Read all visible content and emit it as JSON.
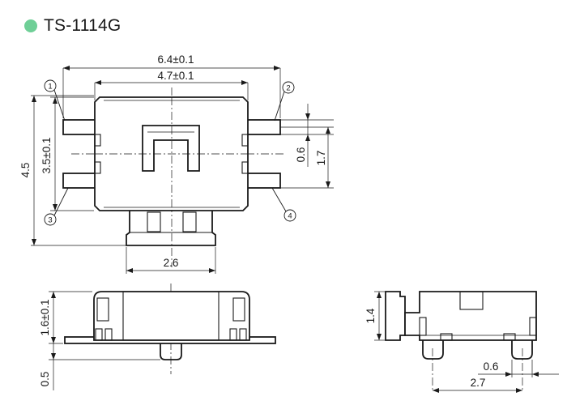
{
  "header": {
    "title": "TS-1114G",
    "bullet_color": "#6fcf97"
  },
  "top_view": {
    "dim_overall_width": "6.4±0.1",
    "dim_body_width": "4.7±0.1",
    "dim_overall_height": "4.5",
    "dim_body_height": "3.5±0.1",
    "dim_lead_width": "0.6",
    "dim_lead_pitch": "1.7",
    "dim_actuator_width": "2.6",
    "pin_labels": [
      "1",
      "2",
      "3",
      "4"
    ]
  },
  "front_view": {
    "dim_body_height": "1.6±0.1",
    "dim_lead_thickness": "0.5"
  },
  "side_view": {
    "dim_actuator_height": "1.4",
    "dim_post_width": "0.6",
    "dim_post_span": "2.7"
  }
}
